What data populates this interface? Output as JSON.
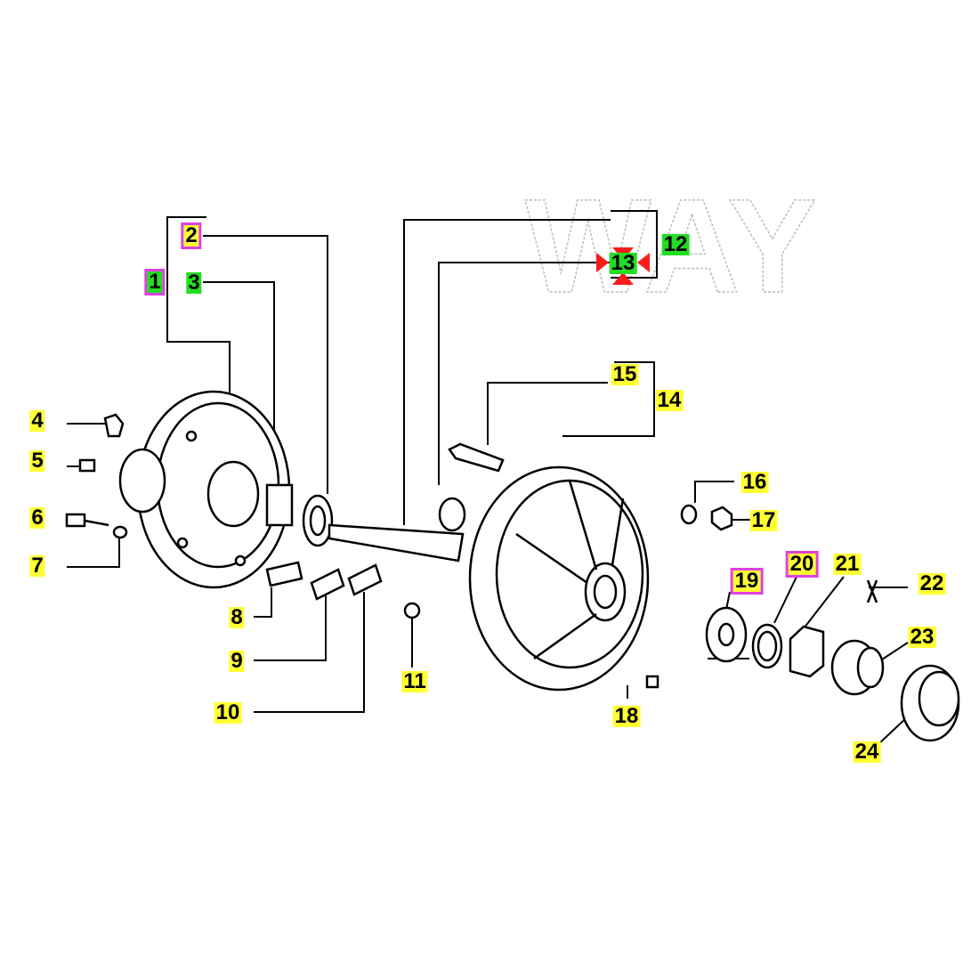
{
  "watermark": "WAY",
  "colors": {
    "yellow": "#ffff33",
    "green": "#22dd22",
    "magenta": "#e040e0",
    "marker": "#ff0000"
  },
  "callouts": [
    {
      "id": "1",
      "style": "green-magenta"
    },
    {
      "id": "2",
      "style": "yellow-magenta"
    },
    {
      "id": "3",
      "style": "green"
    },
    {
      "id": "4",
      "style": "yellow"
    },
    {
      "id": "5",
      "style": "yellow"
    },
    {
      "id": "6",
      "style": "yellow"
    },
    {
      "id": "7",
      "style": "yellow"
    },
    {
      "id": "8",
      "style": "yellow"
    },
    {
      "id": "9",
      "style": "yellow"
    },
    {
      "id": "10",
      "style": "yellow"
    },
    {
      "id": "11",
      "style": "yellow"
    },
    {
      "id": "12",
      "style": "green"
    },
    {
      "id": "13",
      "style": "green-selected"
    },
    {
      "id": "14",
      "style": "yellow"
    },
    {
      "id": "15",
      "style": "yellow"
    },
    {
      "id": "16",
      "style": "yellow"
    },
    {
      "id": "17",
      "style": "yellow"
    },
    {
      "id": "18",
      "style": "yellow"
    },
    {
      "id": "19",
      "style": "yellow-magenta"
    },
    {
      "id": "20",
      "style": "yellow-magenta"
    },
    {
      "id": "21",
      "style": "yellow"
    },
    {
      "id": "22",
      "style": "yellow"
    },
    {
      "id": "23",
      "style": "yellow"
    },
    {
      "id": "24",
      "style": "yellow"
    }
  ]
}
